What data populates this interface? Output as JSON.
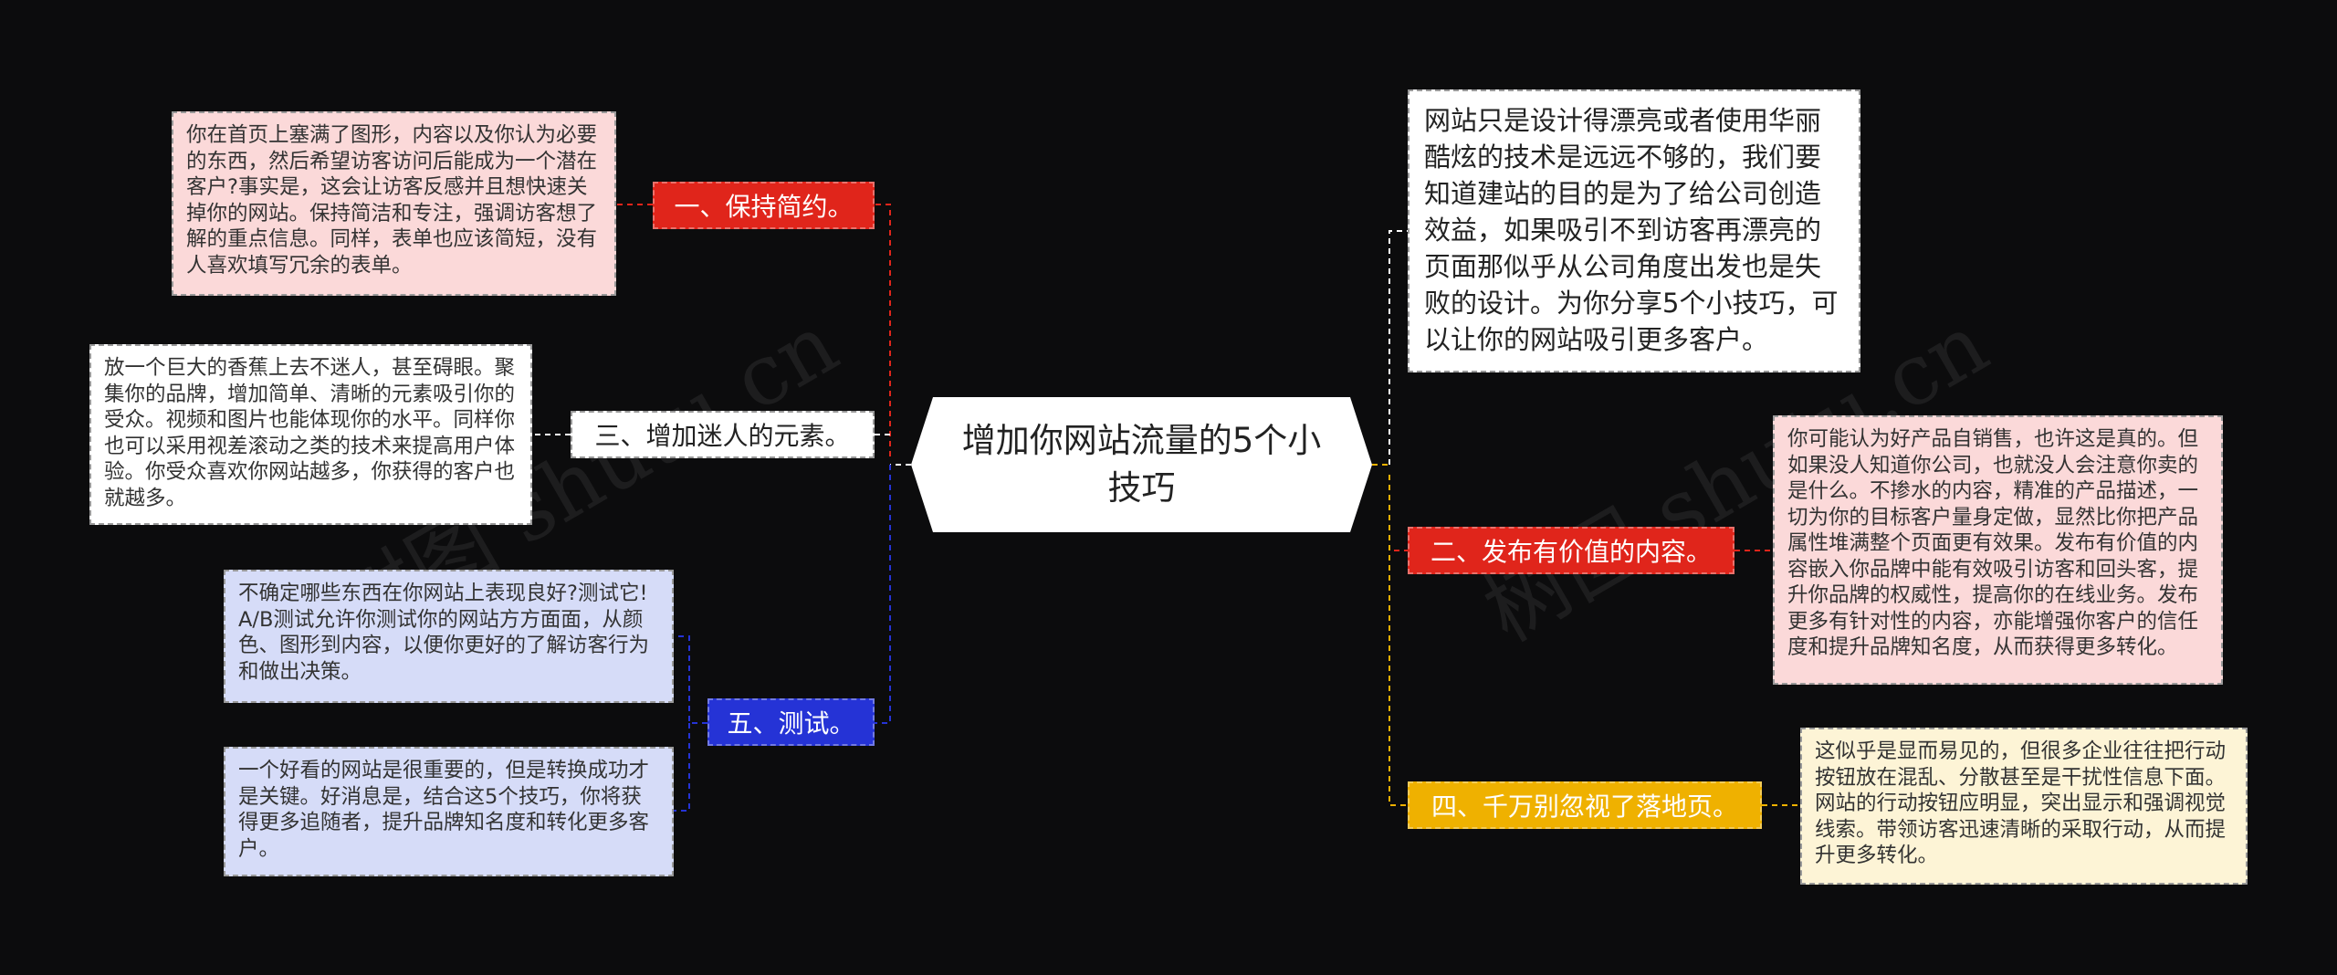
{
  "center": {
    "title": "增加你网站流量的5个小技巧"
  },
  "intro": {
    "text": "网站只是设计得漂亮或者使用华丽酷炫的技术是远远不够的，我们要知道建站的目的是为了给公司创造效益，如果吸引不到访客再漂亮的页面那似乎从公司角度出发也是失败的设计。为你分享5个小技巧，可以让你的网站吸引更多客户。"
  },
  "branches": {
    "b1": {
      "label": "一、保持简约。",
      "color": "#e0251b"
    },
    "b2": {
      "label": "二、发布有价值的内容。",
      "color": "#e0251b"
    },
    "b3": {
      "label": "三、增加迷人的元素。",
      "color": "#ffffff"
    },
    "b4": {
      "label": "四、千万别忽视了落地页。",
      "color": "#efb100"
    },
    "b5": {
      "label": "五、测试。",
      "color": "#2533d6"
    }
  },
  "leaves": {
    "l1": "你在首页上塞满了图形，内容以及你认为必要的东西，然后希望访客访问后能成为一个潜在客户?事实是，这会让访客反感并且想快速关掉你的网站。保持简洁和专注，强调访客想了解的重点信息。同样，表单也应该简短，没有人喜欢填写冗余的表单。",
    "l2": "你可能认为好产品自销售，也许这是真的。但如果没人知道你公司，也就没人会注意你卖的是什么。不掺水的内容，精准的产品描述，一切为你的目标客户量身定做，显然比你把产品属性堆满整个页面更有效果。发布有价值的内容嵌入你品牌中能有效吸引访客和回头客，提升你品牌的权威性，提高你的在线业务。发布更多有针对性的内容，亦能增强你客户的信任度和提升品牌知名度，从而获得更多转化。",
    "l3": "放一个巨大的香蕉上去不迷人，甚至碍眼。聚集你的品牌，增加简单、清晰的元素吸引你的受众。视频和图片也能体现你的水平。同样你也可以采用视差滚动之类的技术来提高用户体验。你受众喜欢你网站越多，你获得的客户也就越多。",
    "l4": "这似乎是显而易见的，但很多企业往往把行动按钮放在混乱、分散甚至是干扰性信息下面。网站的行动按钮应明显，突出显示和强调视觉线索。带领访客迅速清晰的采取行动，从而提升更多转化。",
    "l5a": "不确定哪些东西在你网站上表现良好?测试它!A/B测试允许你测试你的网站方方面面，从颜色、图形到内容，以便你更好的了解访客行为和做出决策。",
    "l5b": "一个好看的网站是很重要的，但是转换成功才是关键。好消息是，结合这5个技巧，你将获得更多追随者，提升品牌知名度和转化更多客户。"
  },
  "watermark": {
    "text": "树图 shutu.cn"
  },
  "colors": {
    "background": "#0c0c0d",
    "red": "#e0251b",
    "blue": "#2533d6",
    "yellow": "#efb100",
    "white": "#ffffff"
  }
}
